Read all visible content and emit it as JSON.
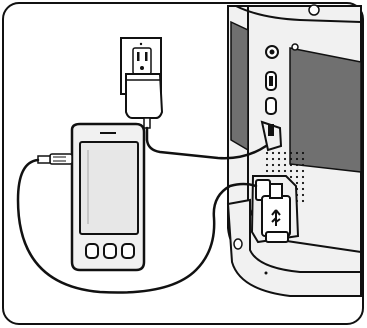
{
  "figure": {
    "type": "connection-illustration",
    "style": "line-art",
    "colors": {
      "outline": "#111111",
      "panel": "#707070",
      "device_body": "#f1f1f1",
      "phone_screen": "#e7e7e7",
      "background": "#ffffff"
    }
  },
  "diagram": {
    "components": [
      {
        "id": "wall-outlet",
        "icon": "power-outlet-icon"
      },
      {
        "id": "usb-power-adapter",
        "icon": "power-adapter-icon"
      },
      {
        "id": "smartphone",
        "icon": "smartphone-icon"
      },
      {
        "id": "speaker-dock",
        "icon": "speaker-dock-icon"
      },
      {
        "id": "usb-connector",
        "icon": "usb-plug-icon"
      }
    ],
    "connections": [
      {
        "from": "wall-outlet",
        "to": "usb-power-adapter"
      },
      {
        "from": "usb-power-adapter",
        "to": "speaker-dock"
      },
      {
        "from": "smartphone",
        "to": "speaker-dock"
      }
    ]
  }
}
